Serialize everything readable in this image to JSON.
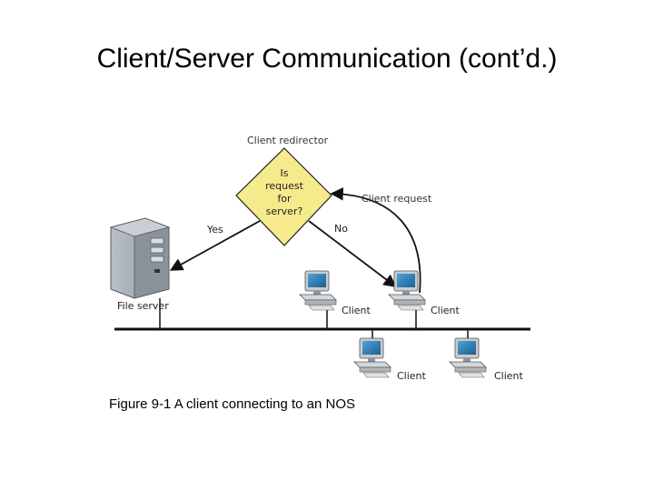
{
  "slide": {
    "title": "Client/Server Communication (cont’d.)",
    "caption": "Figure 9-1 A client connecting to an NOS"
  },
  "diagram": {
    "redirector_label": "Client redirector",
    "decision_lines": [
      "Is",
      "request",
      "for",
      "server?"
    ],
    "yes_label": "Yes",
    "no_label": "No",
    "request_label": "Client request",
    "file_server_label": "File server",
    "clients": [
      {
        "label": "Client"
      },
      {
        "label": "Client"
      },
      {
        "label": "Client"
      },
      {
        "label": "Client"
      }
    ],
    "colors": {
      "decision_fill": "#f5ea8c",
      "network_line": "#111111",
      "server_body": "#9ea7b0",
      "monitor_screen": "#1e6fa8"
    }
  }
}
